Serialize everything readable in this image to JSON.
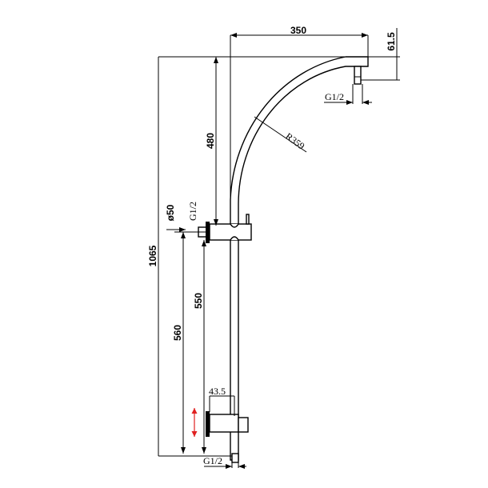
{
  "drawing": {
    "dimensions": {
      "arm_reach": "350",
      "arm_drop": "61.5",
      "head_thread": "G1/2",
      "arc_radius": "R359",
      "upper_height": "480",
      "overall_height": "1065",
      "flange_diameter": "ø50",
      "inlet_thread": "G1/2",
      "bracket_height_outer": "560",
      "bracket_height_inner": "550",
      "bracket_offset": "43.5",
      "bottom_thread": "G1/2"
    },
    "colors": {
      "line": "#000000",
      "adjust_arrow": "#e02020"
    }
  }
}
